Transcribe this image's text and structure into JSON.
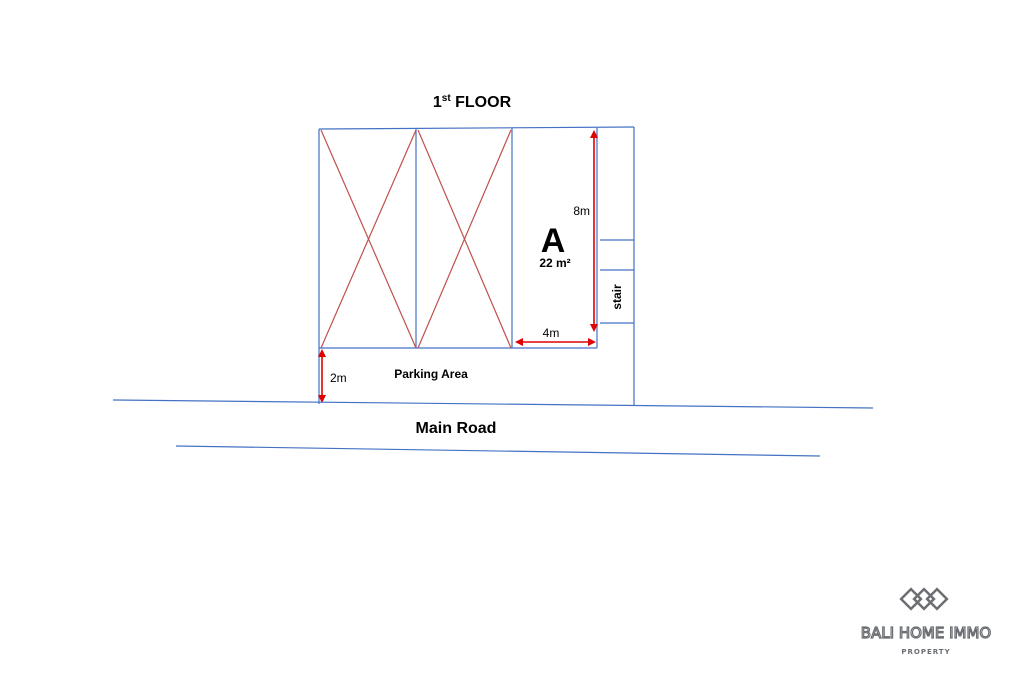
{
  "title": {
    "main": "1",
    "sup": "st",
    "rest": " FLOOR"
  },
  "unit": {
    "label": "A",
    "area": "22 m²"
  },
  "dimensions": {
    "height": "8m",
    "width": "4m",
    "parking_depth": "2m"
  },
  "labels": {
    "stair": "stair",
    "parking": "Parking Area",
    "road": "Main Road"
  },
  "logo": {
    "name": "BALI HOME IMMO",
    "sub": "PROPERTY"
  },
  "colors": {
    "wall": "#4472c4",
    "cross": "#c0504d",
    "arrow": "#e00000",
    "logo": "#6b6e73"
  }
}
